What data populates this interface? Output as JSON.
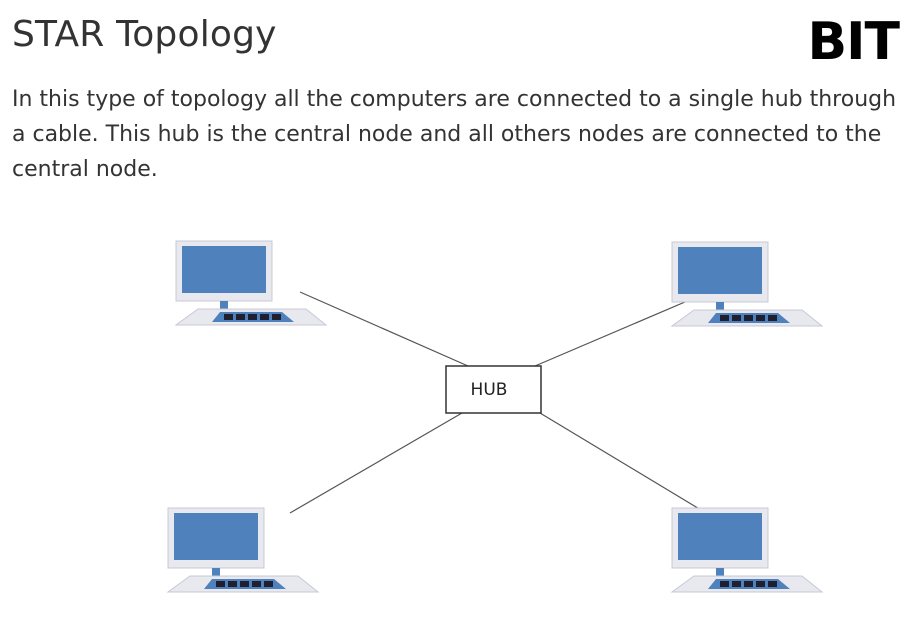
{
  "page": {
    "title": "STAR Topology",
    "logo_text": "BIT",
    "description": "In this type of topology all the computers are connected to a single hub through a cable. This hub is the central node and all others nodes are connected to the central node."
  },
  "diagram": {
    "hub_label": "HUB",
    "colors": {
      "screen": "#4f81bd",
      "monitor_frame": "#ececf2",
      "keyboard_key": "#1f1f30",
      "cable": "#555555",
      "hub_border": "#333333"
    },
    "nodes": [
      {
        "id": "computer-top-left",
        "icon": "laptop-icon"
      },
      {
        "id": "computer-top-right",
        "icon": "laptop-icon"
      },
      {
        "id": "computer-bottom-left",
        "icon": "laptop-icon"
      },
      {
        "id": "computer-bottom-right",
        "icon": "laptop-icon"
      }
    ]
  }
}
